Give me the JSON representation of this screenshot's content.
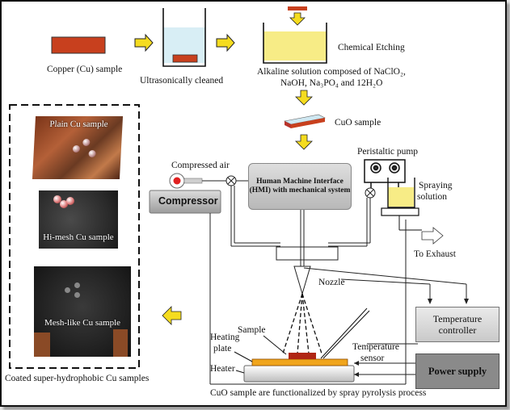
{
  "steps": {
    "copper_sample": "Copper (Cu) sample",
    "ultrasonic": "Ultrasonically cleaned",
    "etching": "Chemical Etching",
    "alkaline_line1": "Alkaline solution composed of NaClO₂,",
    "alkaline_line2": "NaOH, Na₃PO₄ and 12H₂O",
    "cuo_sample": "CuO sample"
  },
  "apparatus": {
    "compressed_air": "Compressed air",
    "compressor": "Compressor",
    "hmi": "Human Machine Interface (HMI) with mechanical system",
    "peristaltic_pump": "Peristaltic pump",
    "spraying_line1": "Spraying",
    "spraying_line2": "solution",
    "exhaust": "To Exhaust",
    "nozzle": "Nozzle",
    "sample": "Sample",
    "heating_line1": "Heating",
    "heating_line2": "plate",
    "heater": "Heater",
    "temp_sensor_line1": "Temperature",
    "temp_sensor_line2": "sensor",
    "temp_controller": "Temperature controller",
    "power_supply": "Power supply",
    "bottom_caption": "CuO sample are functionalized by spray pyrolysis process"
  },
  "samples": {
    "plain": "Plain Cu sample",
    "himesh": "Hi-mesh Cu sample",
    "meshlike": "Mesh-like Cu sample",
    "caption": "Coated super-hydrophobic Cu samples"
  },
  "colors": {
    "arrow_fill": "#f5dc1f",
    "copper": "#c8401e",
    "etching_solution": "#f7ec86",
    "cleaning_solution": "#d8eef5",
    "power_box": "#8a8a8a"
  }
}
